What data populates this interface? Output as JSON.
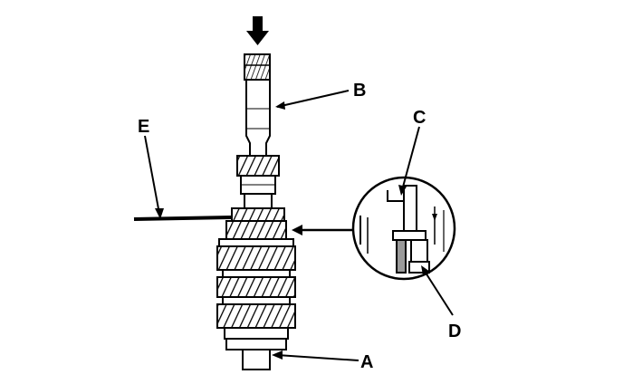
{
  "figure": {
    "colors": {
      "ink": "#000000",
      "paper": "#ffffff",
      "shade": "#9a9a9a"
    },
    "icons": [
      "press-direction-arrow-icon"
    ],
    "callouts": {
      "a": "A",
      "b": "B",
      "c": "C",
      "d": "D",
      "e": "E"
    }
  }
}
